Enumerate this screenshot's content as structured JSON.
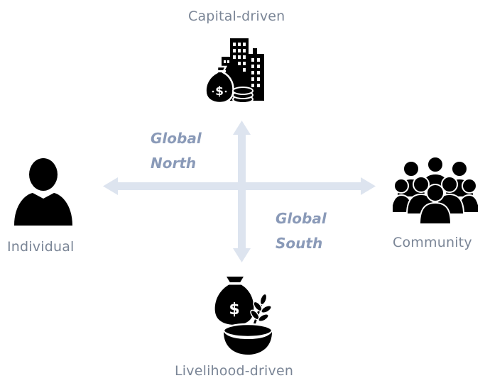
{
  "axes": {
    "top": "Capital-driven",
    "bottom": "Livelihood-driven",
    "left": "Individual",
    "right": "Community"
  },
  "quadrants": {
    "upper_left": [
      "Global",
      "North"
    ],
    "lower_right": [
      "Global",
      "South"
    ]
  },
  "icons": {
    "top": "city-buildings-money-bag-icon",
    "bottom": "money-bag-grain-bowl-icon",
    "left": "person-icon",
    "right": "group-people-icon"
  },
  "colors": {
    "arrow": "#dde4ef",
    "label": "#7a8596",
    "quadrant_text": "#8a9ab8",
    "icon": "#000000"
  }
}
